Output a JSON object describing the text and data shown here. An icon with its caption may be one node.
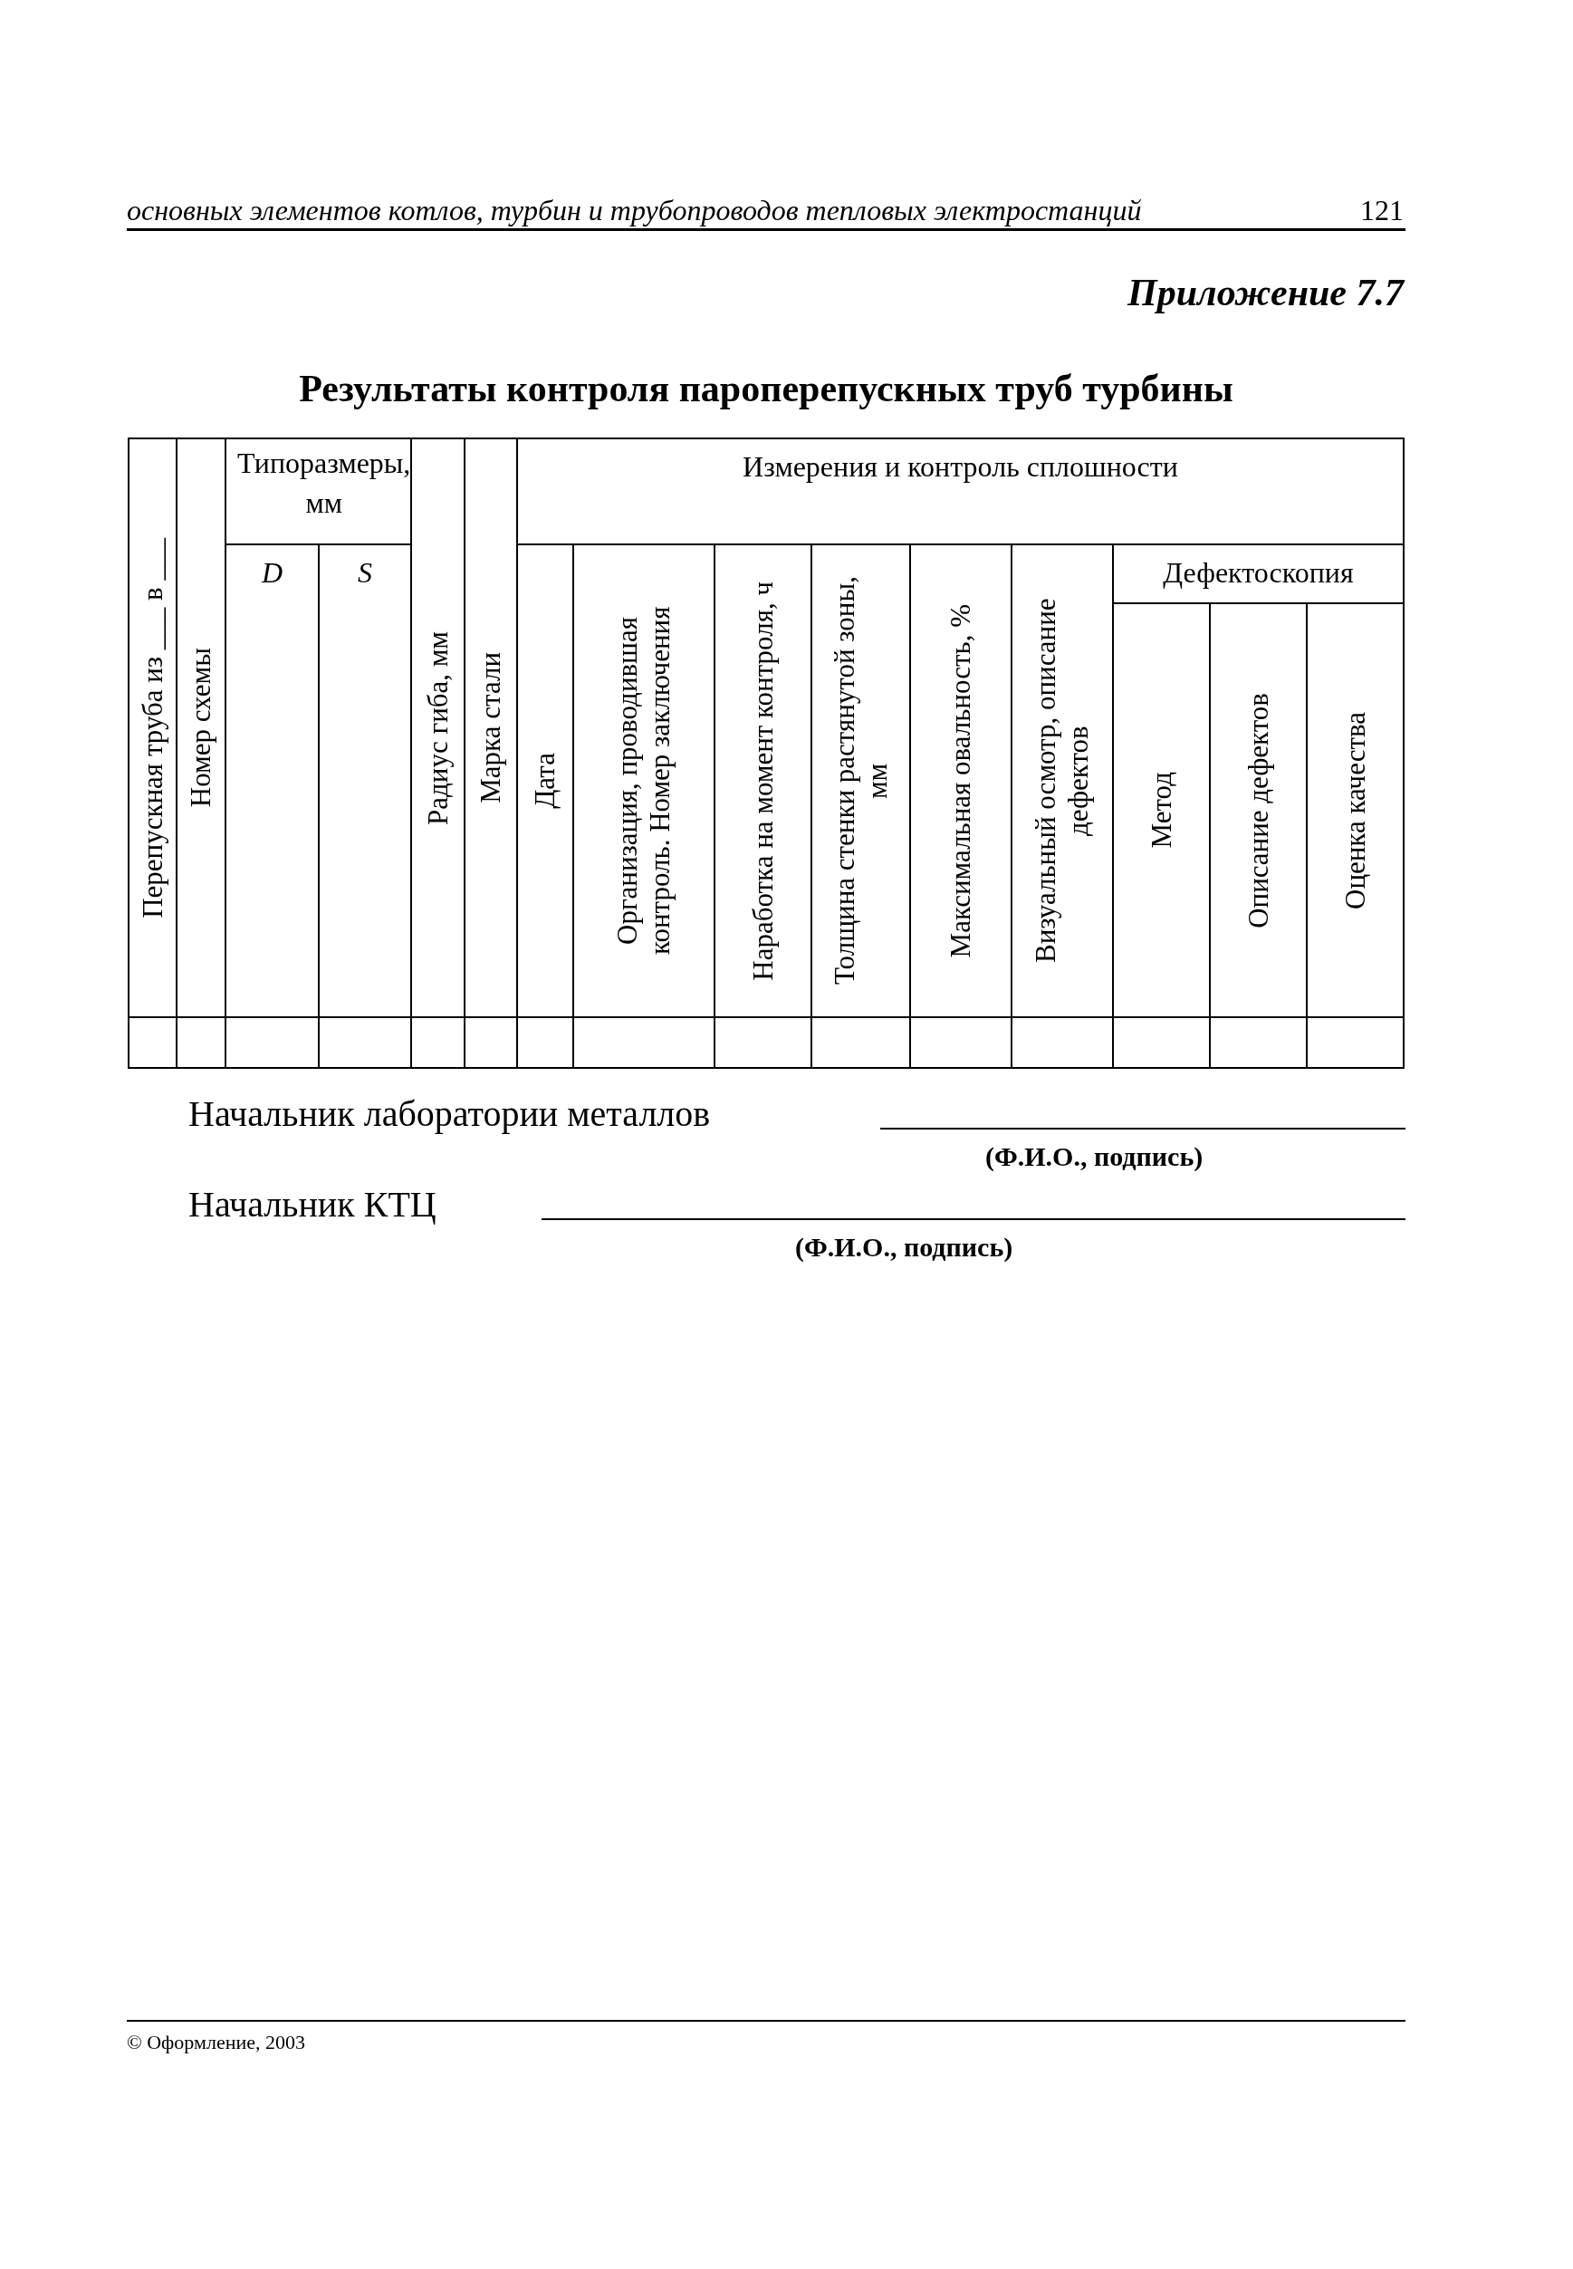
{
  "diagram": {
    "title": "Результаты контроля пароперепускных труб турбины",
    "labels": [
      "основных элементов котлов, турбин и трубопроводов тепловых электростанций",
      "121",
      "Приложение 7.7",
      "Перепускная труба из ___ в ___",
      "Номер схемы",
      "Типоразмеры, мм",
      "Радиус гиба, мм",
      "Марка стали",
      "Измерения и контроль сплошности",
      "D",
      "S",
      "Дата",
      "Организация, проводившая контроль. Номер заключения",
      "Наработка на момент контроля, ч",
      "Толщина стенки растянутой зоны, мм",
      "Максимальная овальность, %",
      "Визуальный осмотр, описание дефектов",
      "Дефектоскопия",
      "Метод",
      "Описание дефектов",
      "Оценка качества",
      "Начальник лаборатории металлов",
      "(Ф.И.О., подпись)",
      "Начальник КТЦ",
      "(Ф.И.О., подпись)",
      "© Оформление, 2003"
    ]
  }
}
